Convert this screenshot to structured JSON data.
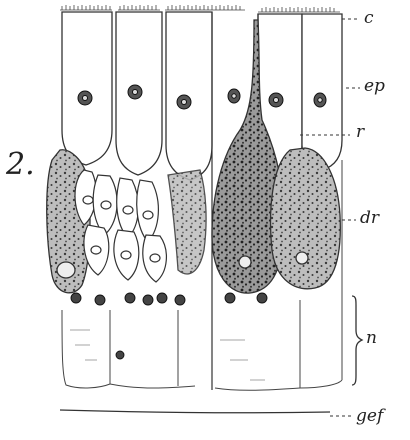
{
  "figure": {
    "number": "2.",
    "labels": {
      "c": "c",
      "ep": "ep",
      "r": "r",
      "dr": "dr",
      "n": "n",
      "gef": "gef"
    },
    "colors": {
      "ink": "#222222",
      "gland_fill": "#b5b5b5",
      "paper": "#ffffff"
    }
  }
}
